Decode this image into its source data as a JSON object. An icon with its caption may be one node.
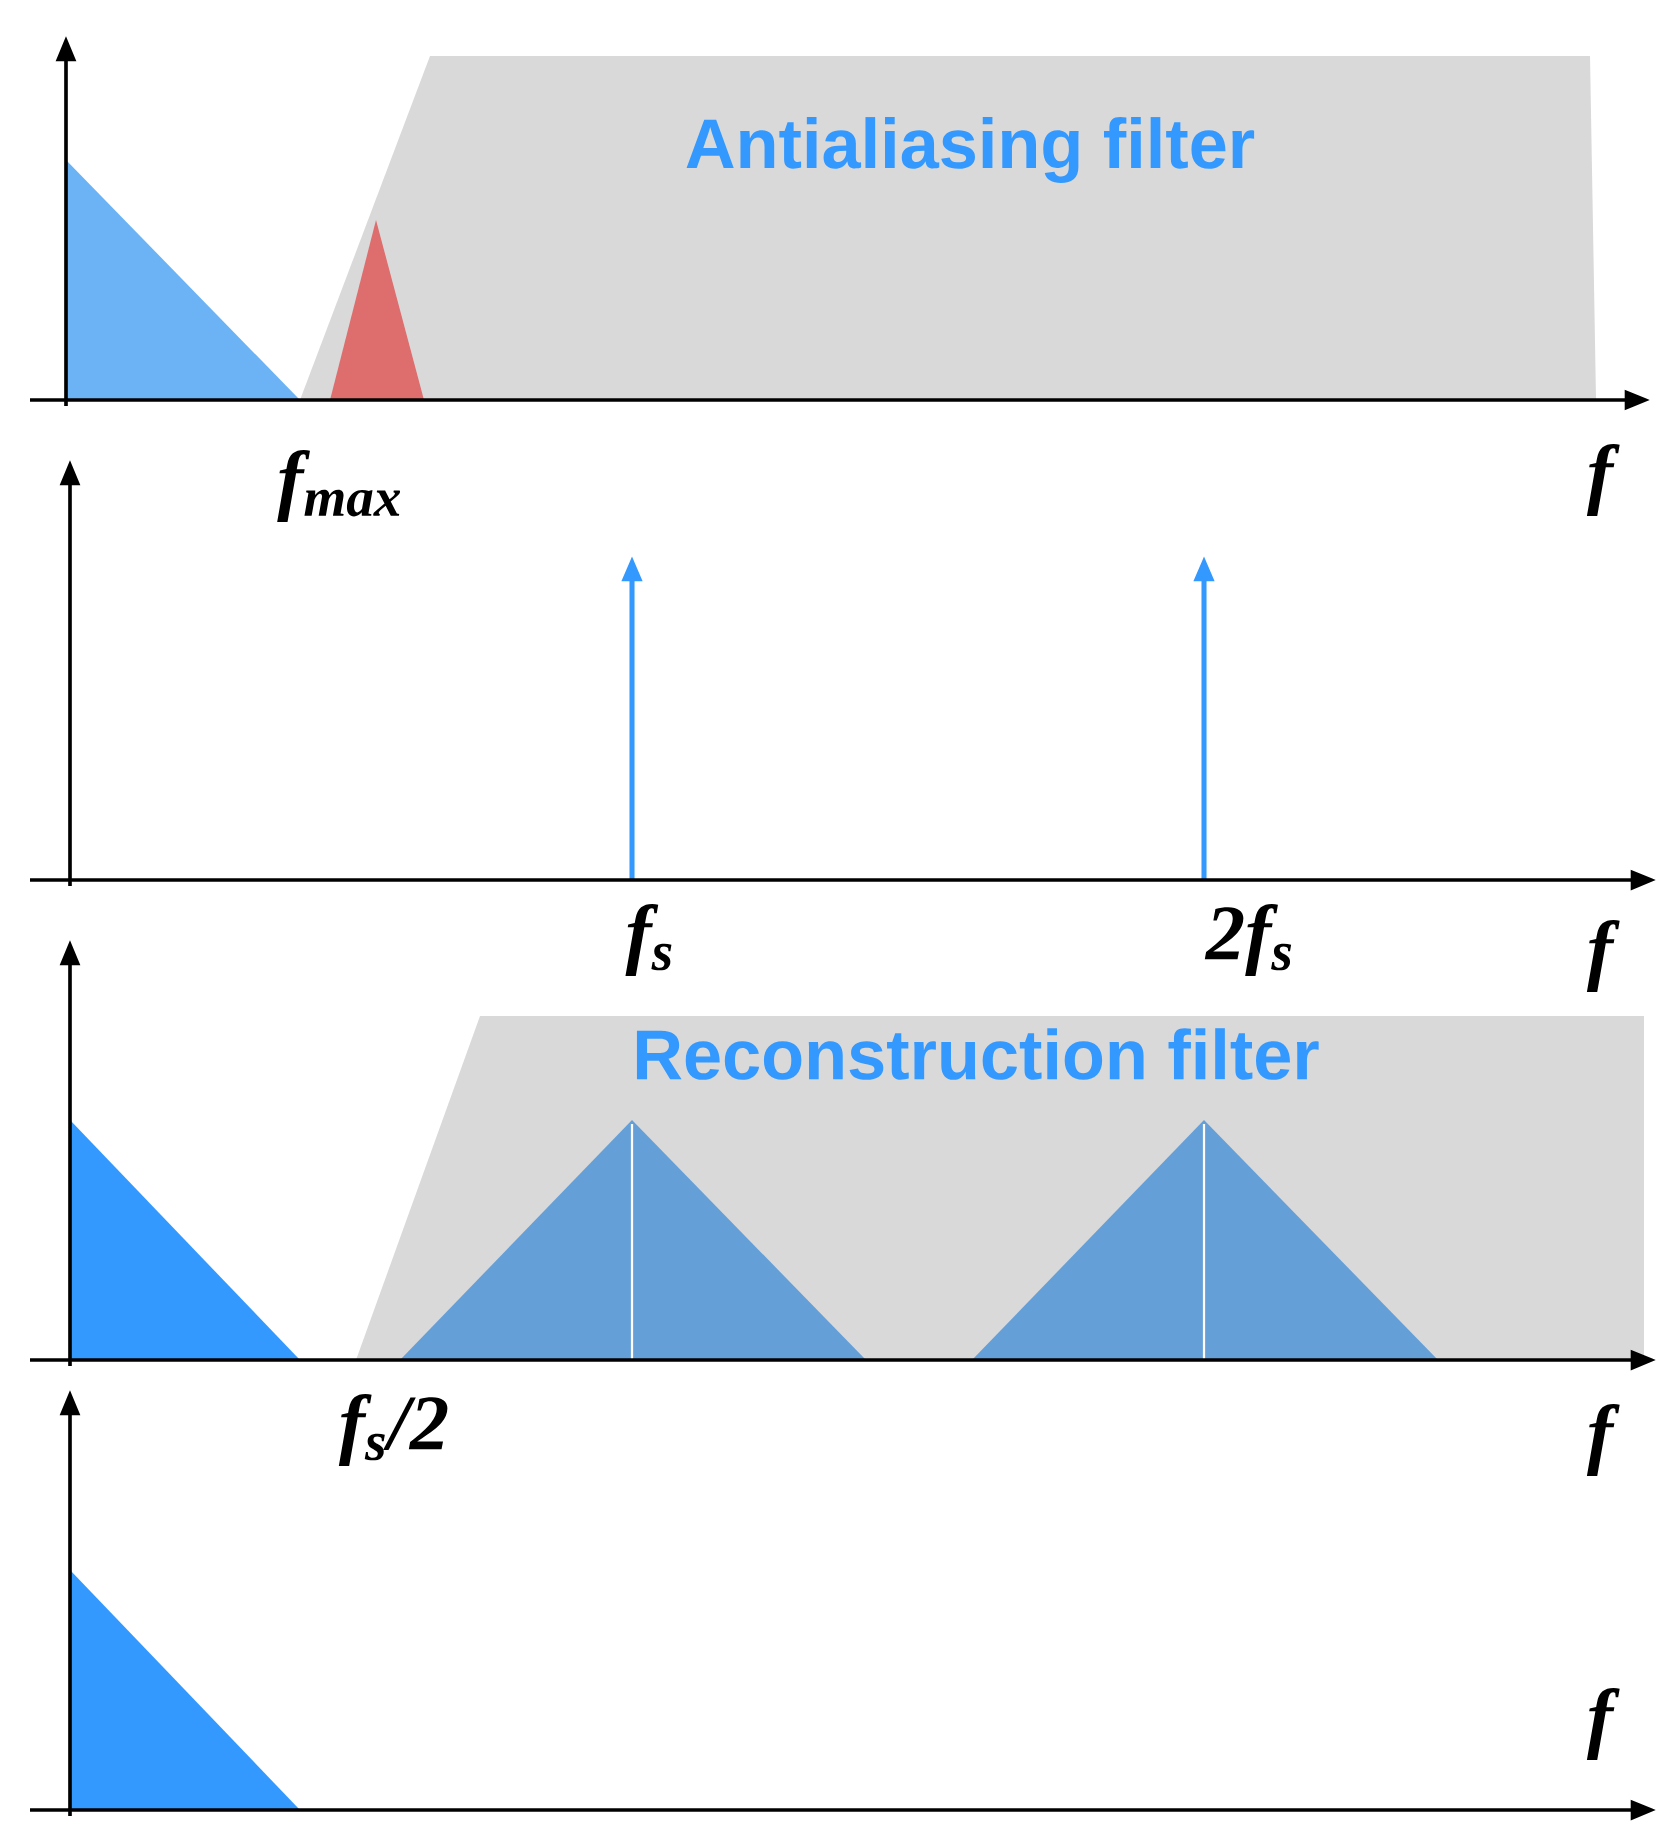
{
  "diagram": {
    "nodes": [
      {
        "text": [
          "Antialiasing filter"
        ]
      },
      {
        "text": [
          "Reconstruction filter"
        ]
      }
    ],
    "labels": [
      "f$_{max}$",
      "f",
      "f$_{s}$",
      "2f$_{s}$",
      "f",
      "f$_{s}$/2",
      "f",
      "f"
    ]
  }
}
